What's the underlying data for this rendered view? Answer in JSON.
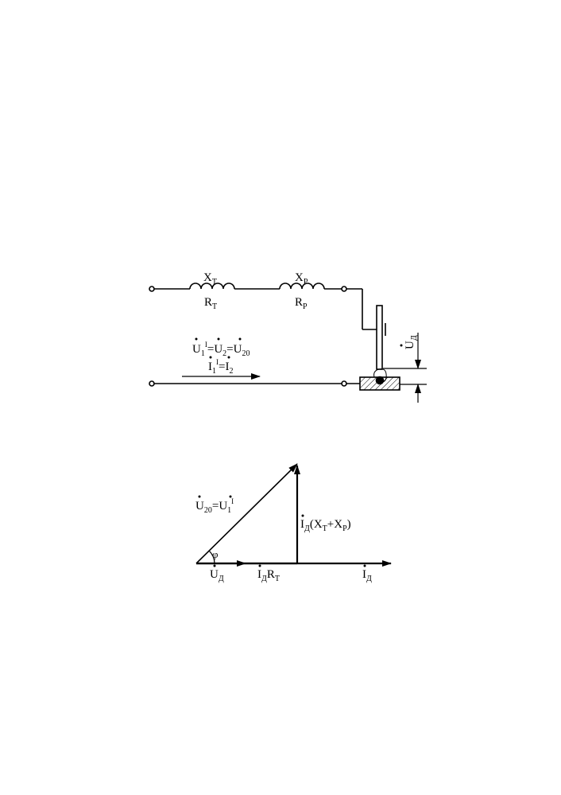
{
  "circuit": {
    "xt": "X",
    "xt_sub": "T",
    "rt": "R",
    "rt_sub": "T",
    "xp": "X",
    "xp_sub": "P",
    "rp": "R",
    "rp_sub": "P",
    "voltage_eq": {
      "u1": "U",
      "u1_sub": "1",
      "u1_sup": "I",
      "eq1": "=",
      "u2": "U",
      "u2_sub": "2",
      "eq2": "=",
      "u20": "U",
      "u20_sub": "20"
    },
    "current_eq": {
      "i1": "I",
      "i1_sub": "1",
      "i1_sup": "I",
      "eq": "=",
      "i2": "I",
      "i2_sub": "2"
    },
    "arc_voltage": "U",
    "arc_voltage_sub": "Д"
  },
  "phasor": {
    "u20_label": {
      "u20": "U",
      "u20_sub": "20",
      "eq": "=",
      "u1": "U",
      "u1_sub": "1",
      "u1_sup": "I"
    },
    "phi": "φ",
    "ud": "U",
    "ud_sub": "Д",
    "idrt": {
      "i": "I",
      "i_sub": "Д",
      "r": "R",
      "r_sub": "T"
    },
    "reactive": {
      "i": "I",
      "i_sub": "Д",
      "paren_open": "(X",
      "xt_sub": "T",
      "plus": "+X",
      "xp_sub": "P",
      "paren_close": ")"
    },
    "id": "I",
    "id_sub": "Д"
  }
}
